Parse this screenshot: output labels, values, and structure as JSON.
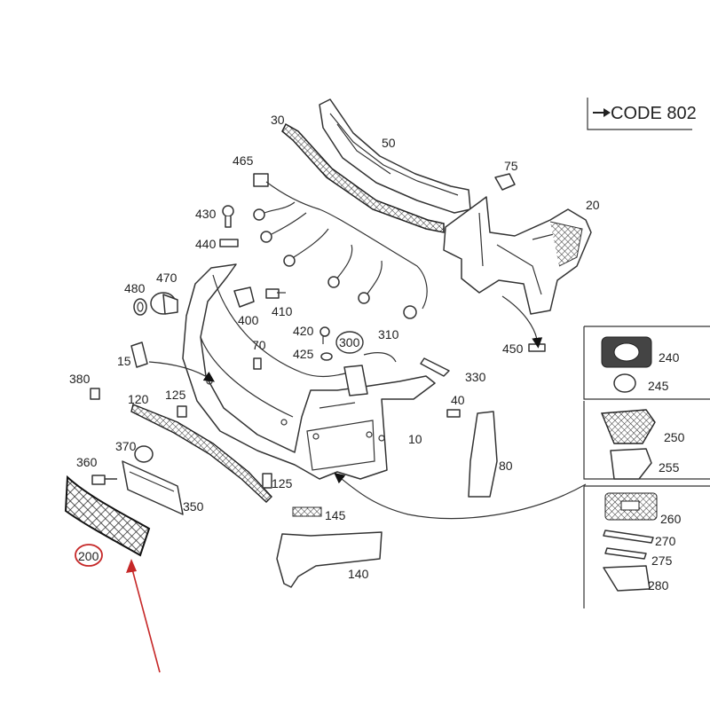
{
  "code_label": "CODE 802",
  "code_arrow_glyph": "➔",
  "highlight_color": "#c62828",
  "labels": {
    "p10": "10",
    "p15": "15",
    "p20": "20",
    "p30": "30",
    "p40": "40",
    "p50": "50",
    "p70": "70",
    "p75": "75",
    "p80": "80",
    "p120": "120",
    "p125a": "125",
    "p125b": "125",
    "p140": "140",
    "p145": "145",
    "p200": "200",
    "p240": "240",
    "p245": "245",
    "p250": "250",
    "p255": "255",
    "p260": "260",
    "p270": "270",
    "p275": "275",
    "p280": "280",
    "p300": "300",
    "p310": "310",
    "p330": "330",
    "p350": "350",
    "p360": "360",
    "p370": "370",
    "p380": "380",
    "p400": "400",
    "p410": "410",
    "p420": "420",
    "p425": "425",
    "p430": "430",
    "p440": "440",
    "p450": "450",
    "p465": "465",
    "p470": "470",
    "p480": "480"
  }
}
